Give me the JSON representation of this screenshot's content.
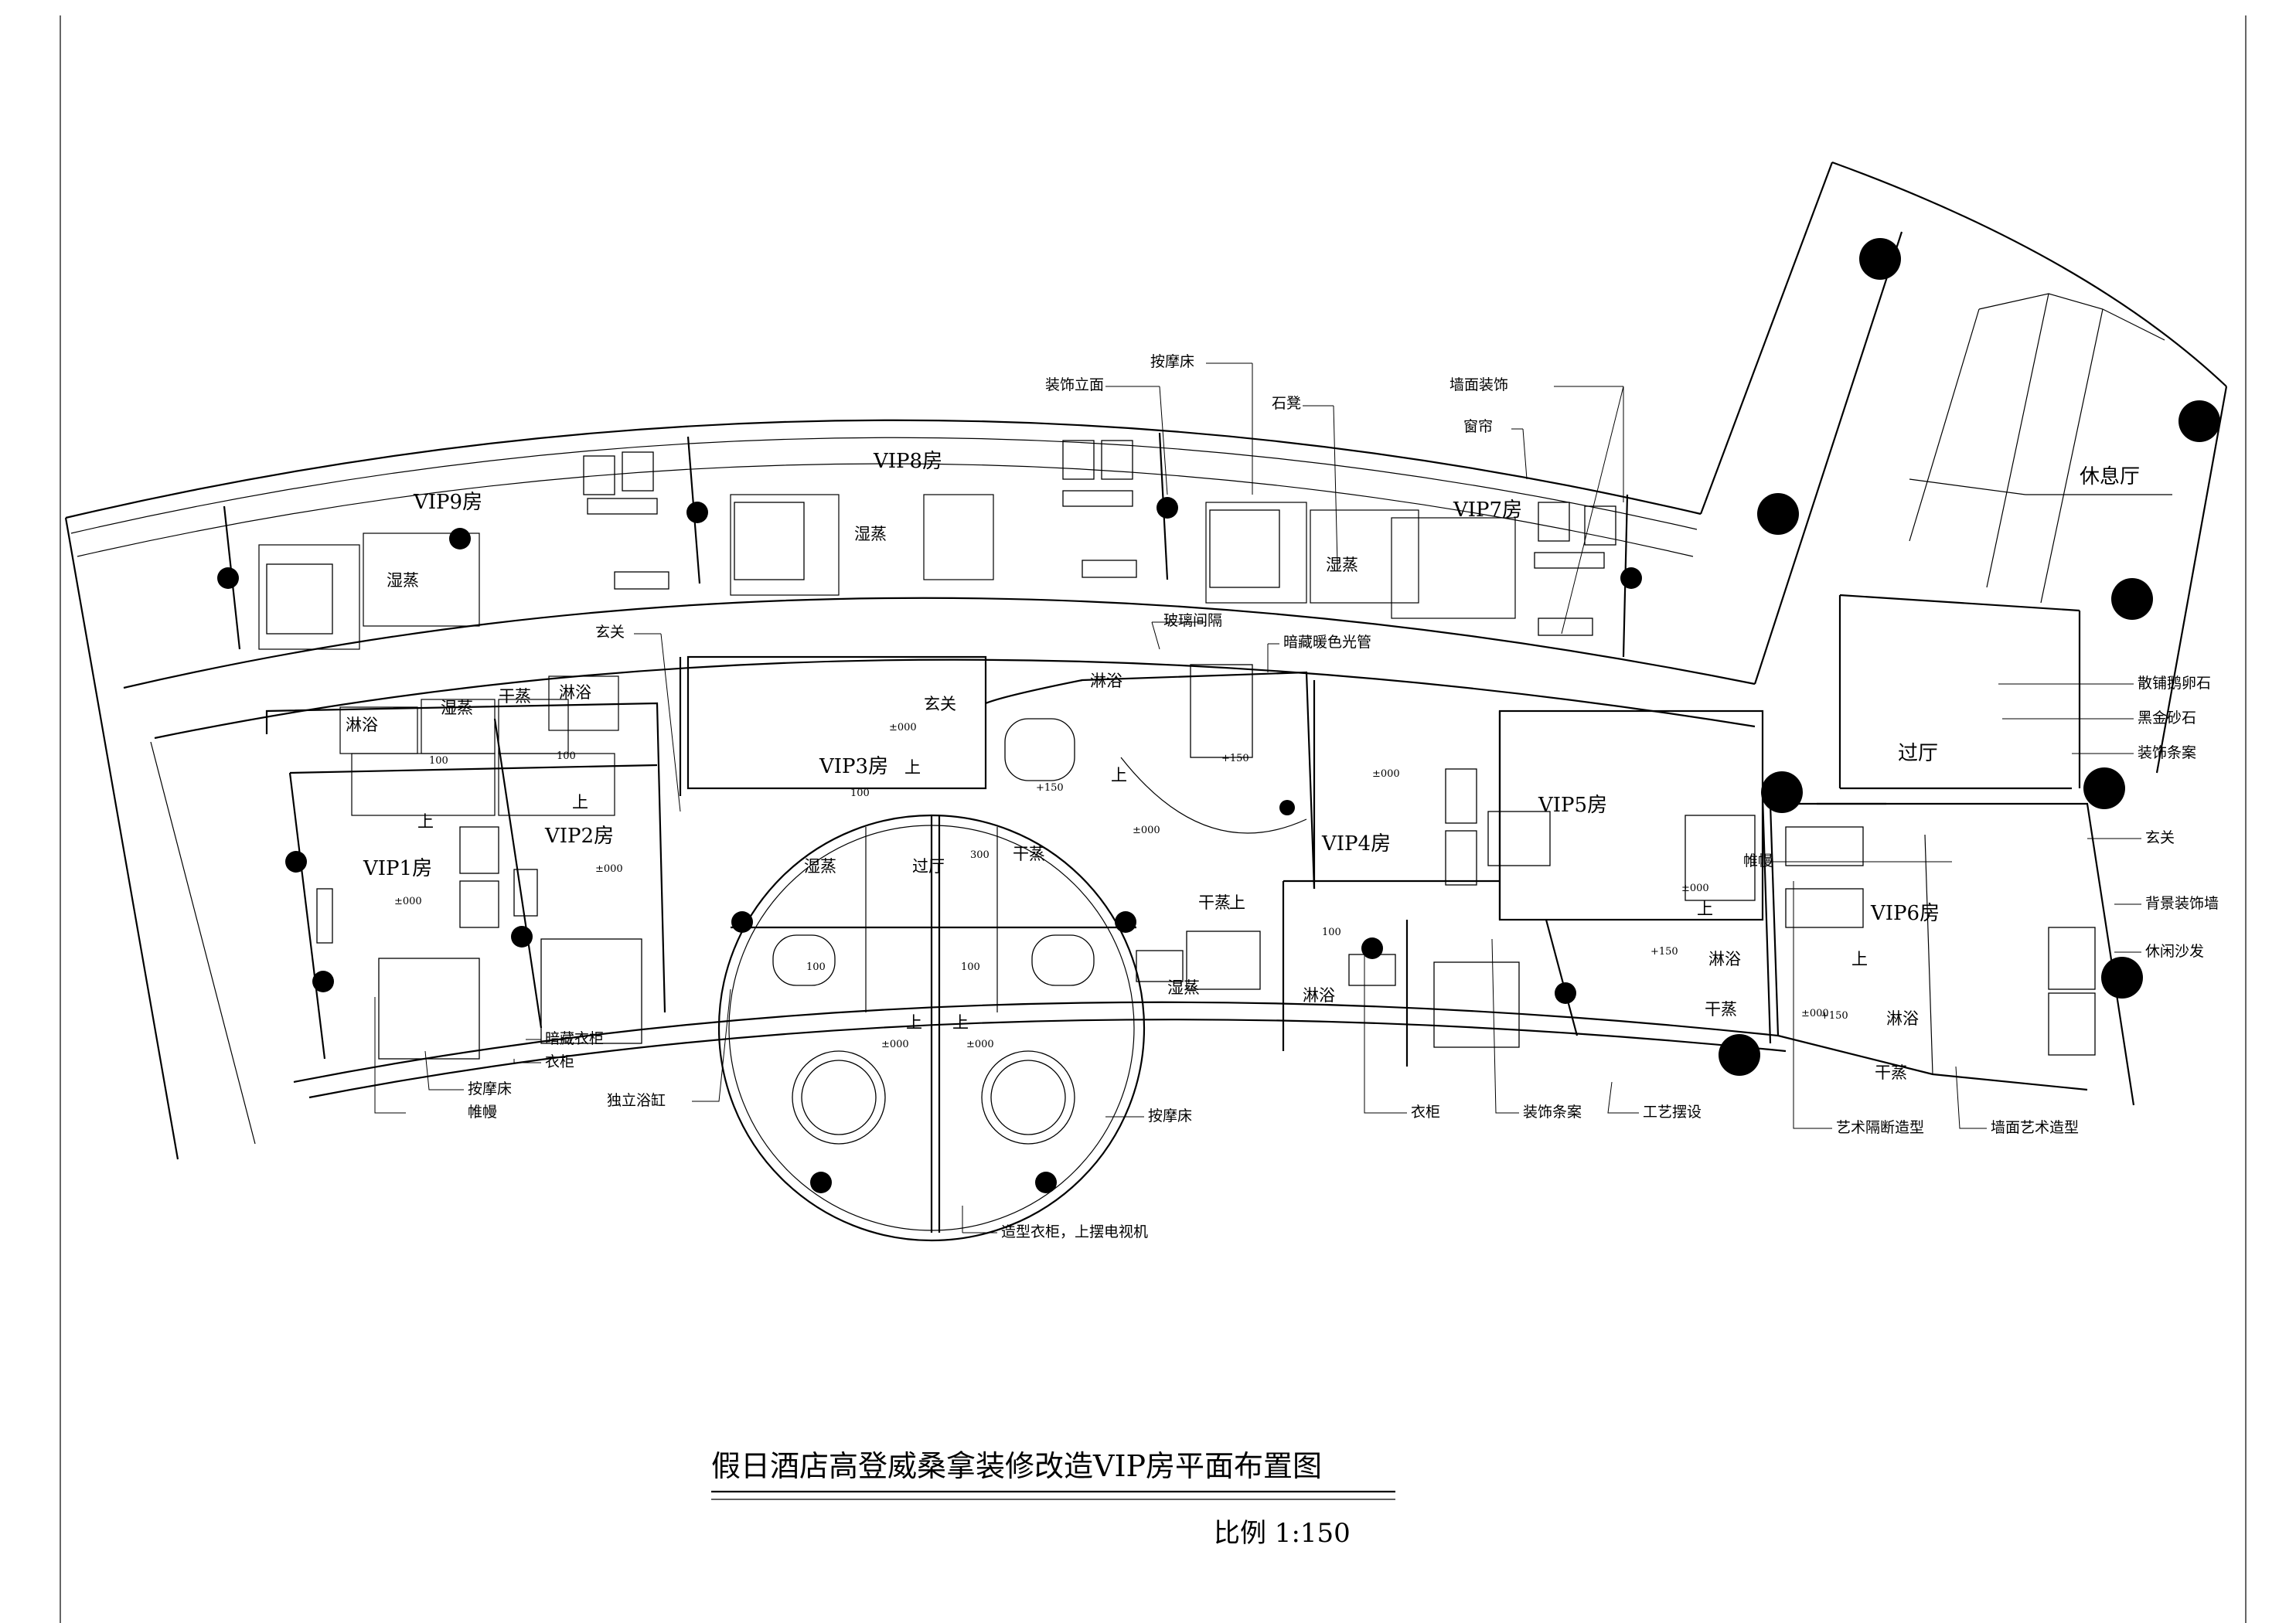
{
  "title": "假日酒店高登威桑拿装修改造VIP房平面布置图",
  "scale": "比例 1:150",
  "rooms": {
    "vip1": "VIP1房",
    "vip2": "VIP2房",
    "vip3": "VIP3房",
    "vip4": "VIP4房",
    "vip5": "VIP5房",
    "vip6": "VIP6房",
    "vip7": "VIP7房",
    "vip8": "VIP8房",
    "vip9": "VIP9房",
    "lounge": "休息厅",
    "hall": "过厅",
    "corridor": "过厅"
  },
  "small_labels": {
    "shower": "淋浴",
    "dry_sauna": "干蒸",
    "steam": "湿蒸",
    "foyer": "玄关"
  },
  "annotations": {
    "massage_bed": "按摩床",
    "deco_elevation": "装饰立面",
    "stone_bench": "石凳",
    "wall_deco": "墙面装饰",
    "curtain": "窗帘",
    "foyer": "玄关",
    "glass_partition": "玻璃间隔",
    "hidden_light": "暗藏暖色光管",
    "pebbles": "散铺鹅卵石",
    "black_gold_sand": "黑金砂石",
    "deco_table": "装饰条案",
    "curtain_canopy": "帷幔",
    "bg_wall": "背景装饰墙",
    "sofa": "休闲沙发",
    "art_partition": "艺术隔断造型",
    "wall_art": "墙面艺术造型",
    "craft_display": "工艺摆设",
    "wardrobe": "衣柜",
    "tv_wardrobe": "造型衣柜，上摆电视机",
    "freestanding_tub": "独立浴缸",
    "hidden_wardrobe": "暗藏衣柜"
  },
  "levels": {
    "zero": "±000",
    "plus150": "+150",
    "l100": "100",
    "l300": "300",
    "up": "上"
  }
}
